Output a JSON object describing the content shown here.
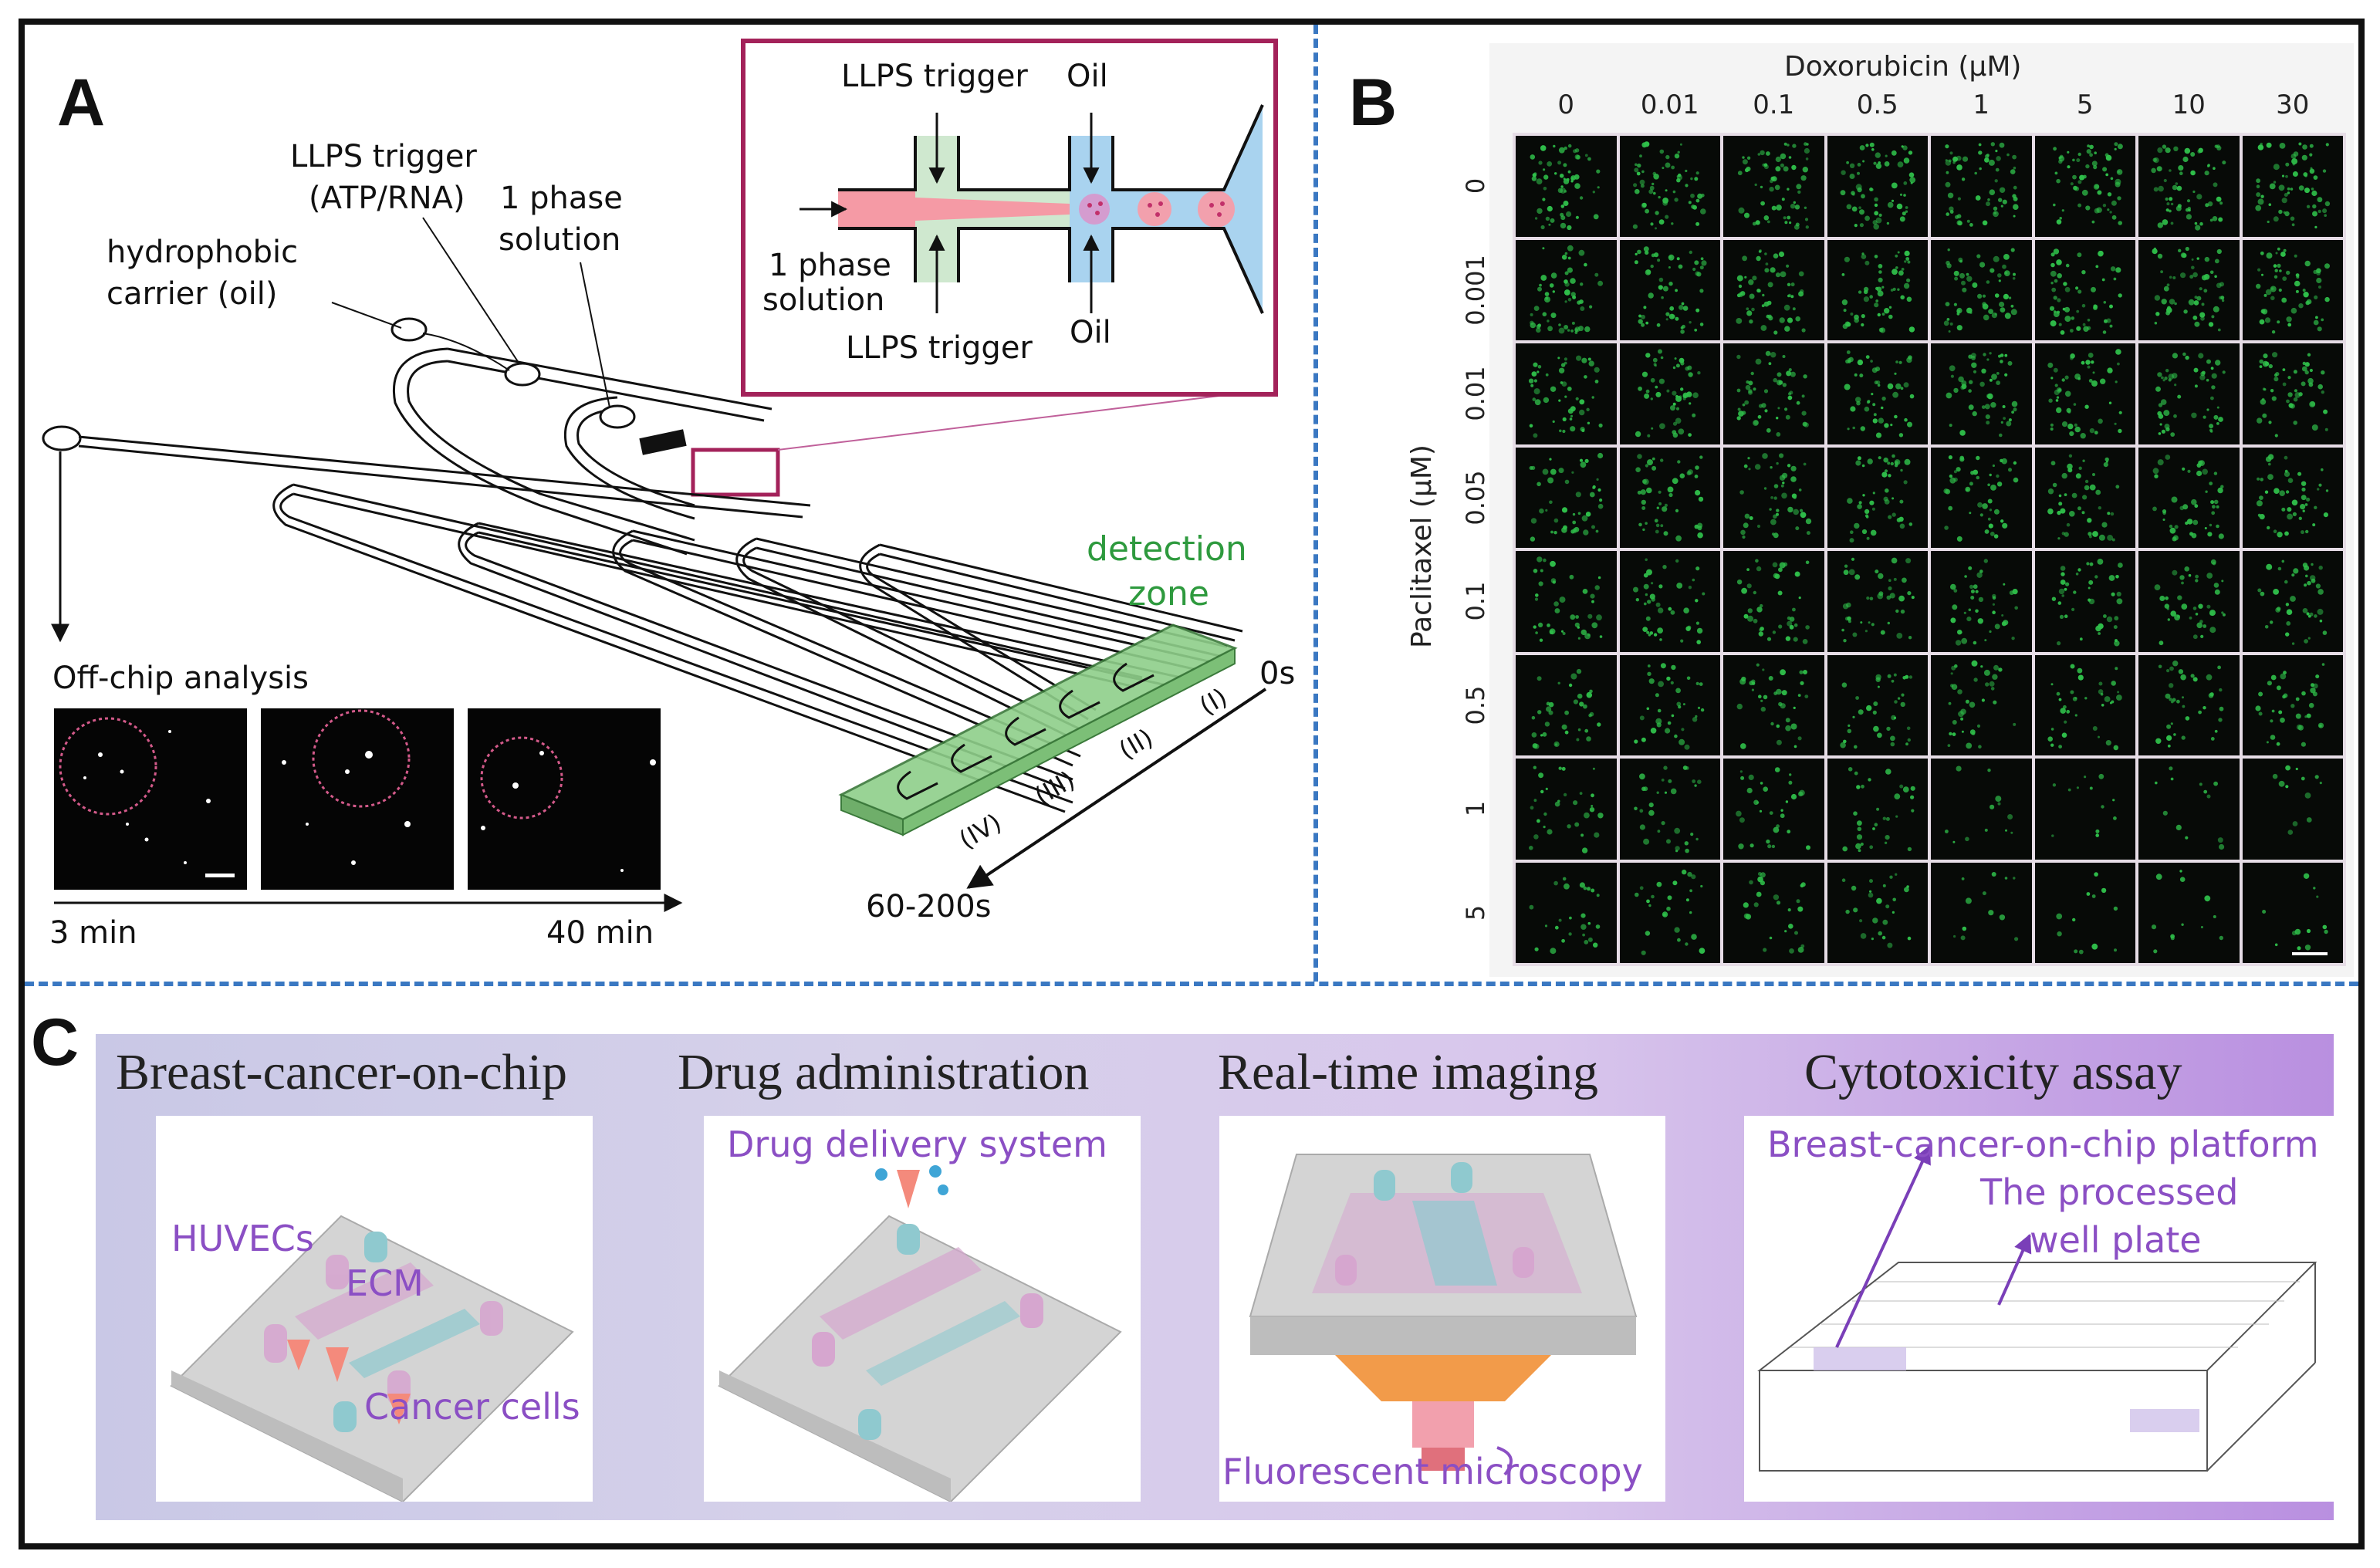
{
  "panels": {
    "a": "A",
    "b": "B",
    "c": "C"
  },
  "panel_a": {
    "inset": {
      "trigger_top": "LLPS trigger",
      "oil_top": "Oil",
      "phase_line1": "1 phase",
      "phase_line2": "solution",
      "trigger_bottom": "LLPS trigger",
      "oil_bottom": "Oil"
    },
    "trigger_label_line1": "LLPS trigger",
    "trigger_label_line2": "(ATP/RNA)",
    "phase_label_line1": "1 phase",
    "phase_label_line2": "solution",
    "carrier_line1": "hydrophobic",
    "carrier_line2": "carrier (oil)",
    "detection_line1": "detection",
    "detection_line2": "zone",
    "offchip": "Off-chip analysis",
    "t_start": "0s",
    "t_end": "60-200s",
    "segments": [
      "(I)",
      "(II)",
      "(III)",
      "(IV)"
    ],
    "time_left": "3 min",
    "time_right": "40 min",
    "colors": {
      "detection_zone": "#8fcf8a",
      "detection_text": "#2e9a3e",
      "inset_border": "#a3225a",
      "trigger_fluid": "#cfe8cf",
      "sample_fluid": "#f59aa5",
      "oil_fluid": "#a9d3ef"
    }
  },
  "panel_b": {
    "x_title": "Doxorubicin (μM)",
    "x_ticks": [
      "0",
      "0.01",
      "0.1",
      "0.5",
      "1",
      "5",
      "10",
      "30"
    ],
    "y_title": "Paclitaxel (μM)",
    "y_ticks": [
      "0",
      "0.001",
      "0.01",
      "0.05",
      "0.1",
      "0.5",
      "1",
      "5"
    ],
    "colors": {
      "cells": "#2fbf4a",
      "background": "#070a07",
      "grid": "#e6dde6"
    }
  },
  "panel_c": {
    "titles": [
      "Breast-cancer-on-chip",
      "Drug administration",
      "Real-time imaging",
      "Cytotoxicity assay"
    ],
    "labels": {
      "huvecs": "HUVECs",
      "ecm": "ECM",
      "cancer_cells": "Cancer cells",
      "drug_delivery": "Drug delivery system",
      "fluorescent": "Fluorescent microscopy",
      "platform": "Breast-cancer-on-chip platform",
      "processed_line1": "The processed",
      "processed_line2": "well plate"
    },
    "colors": {
      "label_purple": "#8b4fc4",
      "arrow_salmon": "#f48a7c",
      "chip_teal": "#8fc9cf",
      "chip_pink": "#d6a6cf",
      "lamp_orange": "#f08a2a"
    }
  }
}
